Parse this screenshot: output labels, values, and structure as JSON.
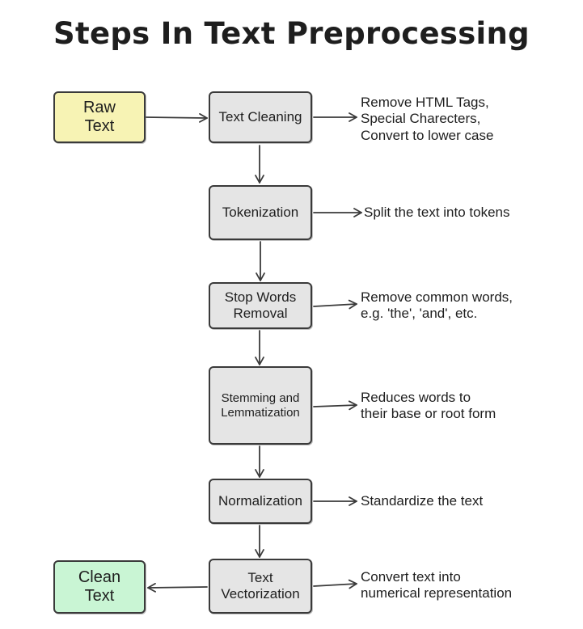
{
  "title": "Steps In Text  Preprocessing",
  "colors": {
    "raw_text_fill": "#f7f3b4",
    "clean_text_fill": "#c9f5d4",
    "step_fill": "#e5e5e5",
    "stroke": "#3a3a3a"
  },
  "nodes": {
    "raw_text": "Raw\nText",
    "text_cleaning": "Text Cleaning",
    "tokenization": "Tokenization",
    "stop_words_removal": "Stop Words\nRemoval",
    "stemming_lemmatization": "Stemming and\nLemmatization",
    "normalization": "Normalization",
    "text_vectorization": "Text\nVectorization",
    "clean_text": "Clean\nText"
  },
  "notes": {
    "text_cleaning": "Remove HTML Tags,\nSpecial Charecters,\nConvert to lower case",
    "tokenization": "Split the text into tokens",
    "stop_words_removal": "Remove common words,\ne.g. 'the', 'and', etc.",
    "stemming_lemmatization": "Reduces words to\ntheir base or root form",
    "normalization": "Standardize the text",
    "text_vectorization": "Convert text into\nnumerical representation"
  }
}
